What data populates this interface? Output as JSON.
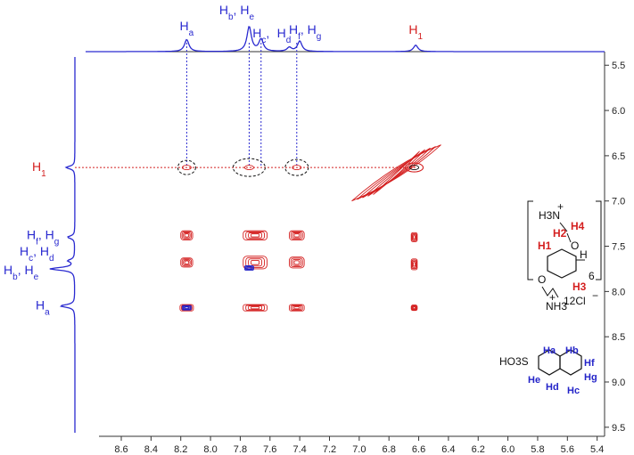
{
  "chart_data": {
    "type": "2D NMR contour (NOESY)",
    "x_axis": {
      "range": [
        8.75,
        5.35
      ],
      "ticks": [
        8.6,
        8.4,
        8.2,
        8.0,
        7.8,
        7.6,
        7.4,
        7.2,
        7.0,
        6.8,
        6.6,
        6.4,
        6.2,
        6.0,
        5.8,
        5.6,
        5.4
      ],
      "tick_labels": [
        "8.6",
        "8.4",
        "8.2",
        "8.0",
        "7.8",
        "7.6",
        "7.4",
        "7.2",
        "7.0",
        "6.8",
        "6.6",
        "6.4",
        "6.2",
        "6.0",
        "5.8",
        "5.6",
        "5.4"
      ]
    },
    "y_axis": {
      "range": [
        5.35,
        9.6
      ],
      "ticks": [
        5.5,
        6.0,
        6.5,
        7.0,
        7.5,
        8.0,
        8.5,
        9.0,
        9.5
      ],
      "tick_labels": [
        "5.5",
        "6.0",
        "6.5",
        "7.0",
        "7.5",
        "8.0",
        "8.5",
        "9.0",
        "9.5"
      ]
    },
    "top_projection": {
      "peaks": [
        {
          "label_parts": [
            "H",
            "a"
          ],
          "ppm": 8.16,
          "height": 0.3,
          "color": "#2a2ad0"
        },
        {
          "label_parts": [
            "H",
            "b",
            ", H",
            "e"
          ],
          "ppm": 7.74,
          "height": 0.62,
          "color": "#2a2ad0"
        },
        {
          "label_parts": [
            "H",
            "c",
            ","
          ],
          "ppm": 7.66,
          "height": 0.3,
          "color": "#2a2ad0"
        },
        {
          "label_parts": [
            "H",
            "d"
          ],
          "ppm": 7.47,
          "height": 0.1,
          "color": "#2a2ad0"
        },
        {
          "label_parts": [
            "H",
            "f",
            ", H",
            "g"
          ],
          "ppm": 7.4,
          "height": 0.26,
          "color": "#2a2ad0"
        },
        {
          "label_parts": [
            "H",
            "1"
          ],
          "ppm": 6.62,
          "height": 0.16,
          "color": "#d42020"
        }
      ]
    },
    "left_projection": {
      "peaks": [
        {
          "label_parts": [
            "H",
            "1"
          ],
          "ppm": 6.63,
          "height": 0.22,
          "color": "#d42020"
        },
        {
          "label_parts": [
            "H",
            "f",
            ", H",
            "g"
          ],
          "ppm": 7.4,
          "height": 0.18,
          "color": "#2a2ad0"
        },
        {
          "label_parts": [
            "H",
            "c",
            ", H",
            "d"
          ],
          "ppm": 7.66,
          "height": 0.16,
          "color": "#2a2ad0"
        },
        {
          "label_parts": [
            "H",
            "b",
            ", H",
            "e"
          ],
          "ppm": 7.75,
          "height": 0.62,
          "color": "#2a2ad0"
        },
        {
          "label_parts": [
            "H",
            "a"
          ],
          "ppm": 8.16,
          "height": 0.36,
          "color": "#2a2ad0"
        }
      ]
    },
    "cross_peaks": [
      {
        "x": 8.16,
        "y": 7.38,
        "w": 0.08,
        "h": 0.1,
        "color": "#d42020"
      },
      {
        "x": 8.16,
        "y": 7.68,
        "w": 0.08,
        "h": 0.1,
        "color": "#d42020"
      },
      {
        "x": 8.16,
        "y": 8.18,
        "w": 0.09,
        "h": 0.07,
        "color": "#d42020"
      },
      {
        "x": 8.16,
        "y": 8.18,
        "w": 0.06,
        "h": 0.05,
        "color": "#2323c8"
      },
      {
        "x": 7.7,
        "y": 7.38,
        "w": 0.16,
        "h": 0.1,
        "color": "#d42020"
      },
      {
        "x": 7.7,
        "y": 7.68,
        "w": 0.16,
        "h": 0.14,
        "color": "#d42020"
      },
      {
        "x": 7.74,
        "y": 7.74,
        "w": 0.06,
        "h": 0.05,
        "color": "#2323c8"
      },
      {
        "x": 7.7,
        "y": 8.18,
        "w": 0.16,
        "h": 0.07,
        "color": "#d42020"
      },
      {
        "x": 7.42,
        "y": 7.38,
        "w": 0.1,
        "h": 0.1,
        "color": "#d42020"
      },
      {
        "x": 7.42,
        "y": 7.68,
        "w": 0.1,
        "h": 0.12,
        "color": "#d42020"
      },
      {
        "x": 7.42,
        "y": 8.18,
        "w": 0.1,
        "h": 0.07,
        "color": "#d42020"
      },
      {
        "x": 6.63,
        "y": 7.4,
        "w": 0.04,
        "h": 0.1,
        "color": "#d42020"
      },
      {
        "x": 6.63,
        "y": 7.7,
        "w": 0.04,
        "h": 0.12,
        "color": "#d42020"
      },
      {
        "x": 6.63,
        "y": 8.18,
        "w": 0.04,
        "h": 0.06,
        "color": "#d42020"
      }
    ],
    "diagonal_peak": {
      "x1": 7.05,
      "y1": 7.0,
      "x2": 6.45,
      "y2": 6.38,
      "color": "#d42020"
    },
    "h1_row": {
      "ppm": 6.63,
      "circled_x": [
        8.16,
        7.74,
        7.42
      ]
    },
    "colors": {
      "positive": "#d42020",
      "negative": "#2323c8",
      "trace": "#2a2ad0",
      "axis": "#333333"
    }
  },
  "structure_host": {
    "top_amine": "H3N",
    "plus": "+",
    "h4": "H4",
    "h2": "H2",
    "h1": "H1",
    "h3": "H3",
    "repeat": "6",
    "counter_ion": "12Cl",
    "minus": "−",
    "bottom_amine": "NH3",
    "o_top": "O",
    "o_bottom": "O",
    "h": "H"
  },
  "structure_guest": {
    "so3": "HO3S",
    "ha": "Ha",
    "hb": "Hb",
    "hc": "Hc",
    "hd": "Hd",
    "he": "He",
    "hf": "Hf",
    "hg": "Hg"
  }
}
